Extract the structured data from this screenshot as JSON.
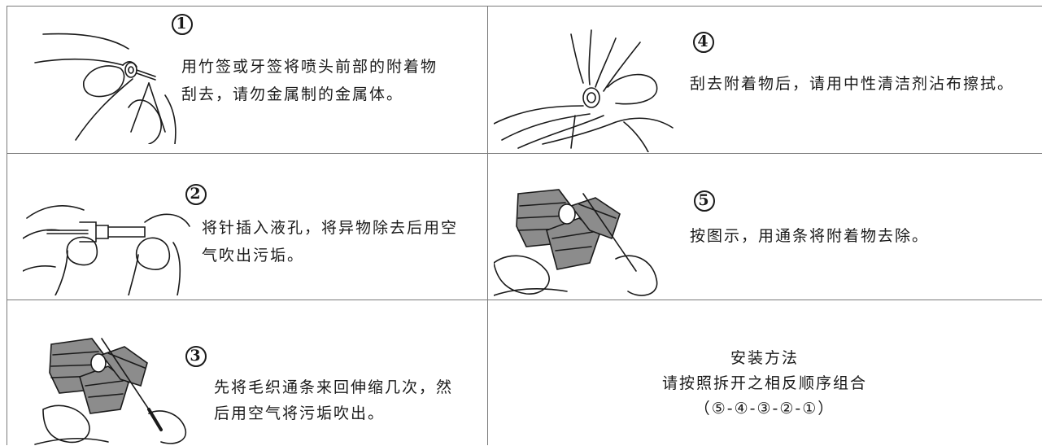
{
  "steps": [
    {
      "number": "1",
      "line1": "用竹签或牙签将喷头前部的附着物",
      "line2": "刮去，请勿金属制的金属体。"
    },
    {
      "number": "2",
      "line1": "将针插入液孔，将异物除去后用空",
      "line2": "气吹出污垢。"
    },
    {
      "number": "3",
      "line1": "先将毛织通条来回伸缩几次，然",
      "line2": "后用空气将污垢吹出。"
    },
    {
      "number": "4",
      "line1": "刮去附着物后，请用中性清洁剂沾布擦拭。"
    },
    {
      "number": "5",
      "line1": "按图示，用通条将附着物去除。"
    }
  ],
  "install": {
    "title": "安装方法",
    "line1": "请按照拆开之相反顺序组合",
    "order": "（⑤-④-③-②-①）"
  },
  "icons": [
    "hand-pick-icon",
    "hand-needle-icon",
    "hand-brush-icon",
    "hand-cloth-icon",
    "hand-rod-icon"
  ]
}
